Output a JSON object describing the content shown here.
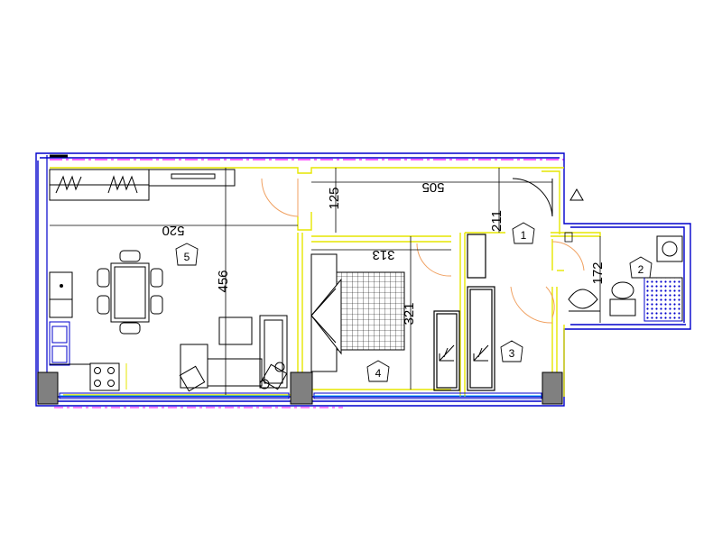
{
  "dimensions": {
    "living_width": "520",
    "living_height": "456",
    "hall_width": "505",
    "hall_depth": "125",
    "hall_height": "211",
    "bedroom_width": "313",
    "bedroom_height": "321",
    "bathroom_width": "172"
  },
  "room_tags": {
    "hall": "1",
    "bathroom": "2",
    "wardrobe": "3",
    "bedroom": "4",
    "living": "5"
  },
  "colors": {
    "wall": "#0000cc",
    "partition": "#ffff00",
    "door_swing": "#f0a060",
    "axis": "#ff00ff",
    "furniture": "#000000",
    "column": "#808080"
  },
  "icons": {
    "north_arrow": "triangle-icon",
    "wardrobe": "hanger-icon"
  }
}
